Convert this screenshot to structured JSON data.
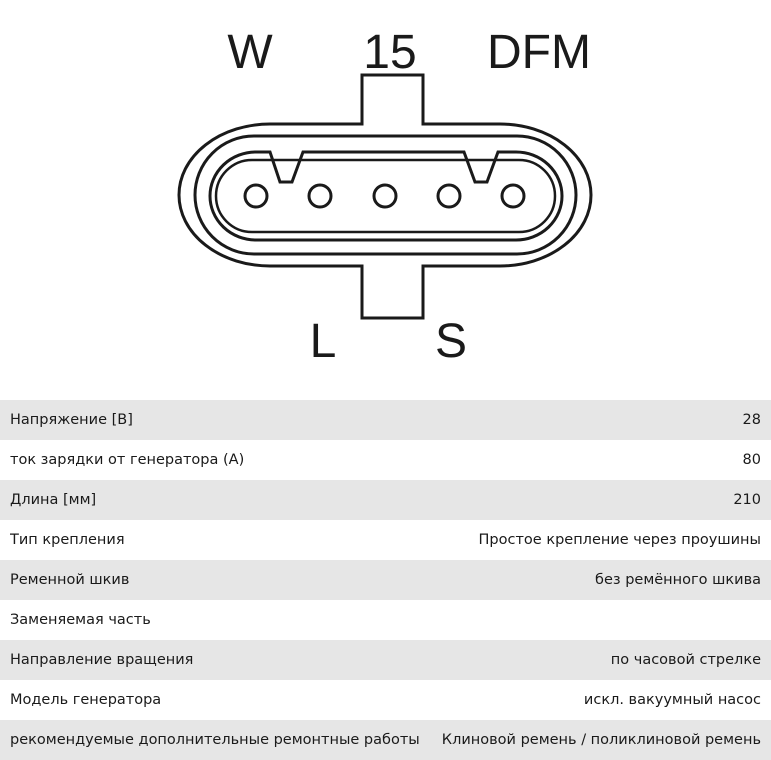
{
  "connector": {
    "top_labels": [
      "W",
      "15",
      "DFM"
    ],
    "bottom_labels": [
      "L",
      "S"
    ],
    "pin_count": 5
  },
  "specs": [
    {
      "label": "Напряжение [В]",
      "value": "28"
    },
    {
      "label": "ток зарядки от генератора (А)",
      "value": "80"
    },
    {
      "label": "Длина [мм]",
      "value": "210"
    },
    {
      "label": "Тип крепления",
      "value": "Простое крепление через проушины"
    },
    {
      "label": "Ременной шкив",
      "value": "без ремённого шкива"
    },
    {
      "label": "Заменяемая часть",
      "value": ""
    },
    {
      "label": "Направление вращения",
      "value": "по часовой стрелке"
    },
    {
      "label": "Модель генератора",
      "value": "искл. вакуумный насос"
    },
    {
      "label": "рекомендуемые дополнительные ремонтные работы",
      "value": "Клиновой ремень / поликлиновой ремень"
    }
  ]
}
